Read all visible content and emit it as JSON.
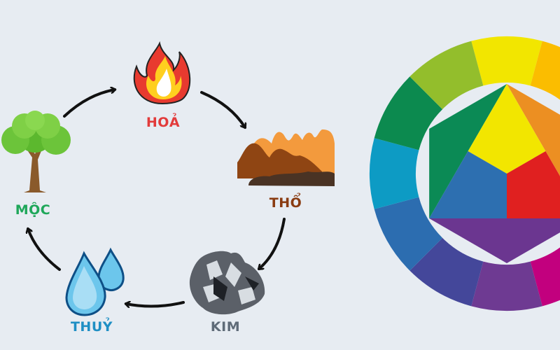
{
  "elements": [
    {
      "key": "hoa",
      "label": "HOẢ",
      "icon": "fire-icon",
      "color": "#e23b3b"
    },
    {
      "key": "tho",
      "label": "THỔ",
      "icon": "mountain-icon",
      "color": "#8a3c12"
    },
    {
      "key": "kim",
      "label": "KIM",
      "icon": "metal-icon",
      "color": "#5f6b78"
    },
    {
      "key": "thuy",
      "label": "THUỶ",
      "icon": "water-drops-icon",
      "color": "#1f8fc4"
    },
    {
      "key": "moc",
      "label": "MỘC",
      "icon": "tree-icon",
      "color": "#1fa75a"
    }
  ],
  "color_wheel": {
    "outer_segments": [
      "#f2e600",
      "#fbbd00",
      "#f39a1f",
      "#ec6a1f",
      "#e3261f",
      "#c2007e",
      "#6e3a92",
      "#44479a",
      "#2c6db0",
      "#0d9bc4",
      "#0c8a4f",
      "#93be2c"
    ],
    "inner": {
      "yellow": "#f2e600",
      "red": "#e02020",
      "blue": "#2d6fb0",
      "green": "#0b8a55",
      "orange": "#ec8f22",
      "violet": "#6b3690"
    }
  }
}
